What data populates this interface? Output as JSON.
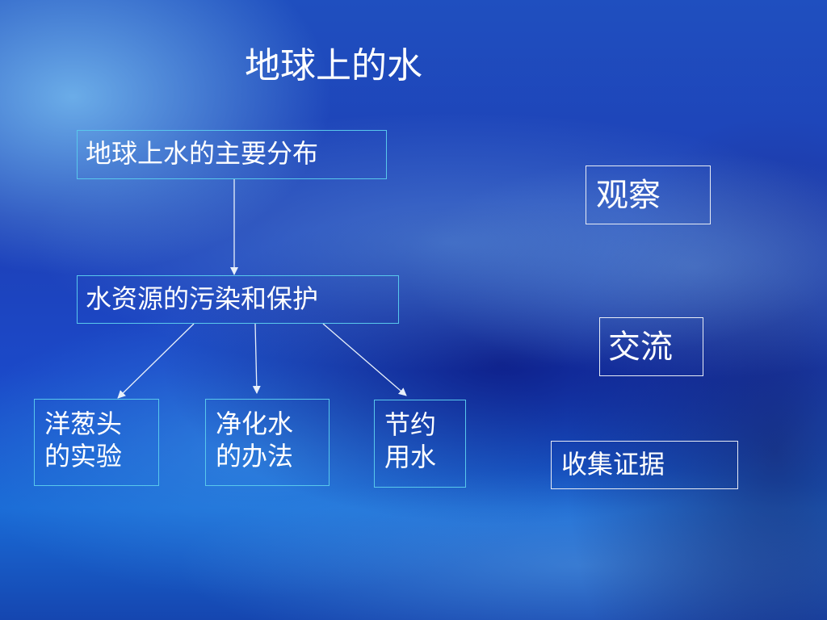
{
  "slide": {
    "title": "地球上的水"
  },
  "diagram": {
    "nodes": {
      "distribution": "地球上水的主要分布",
      "pollution": "水资源的污染和保护",
      "onion": {
        "line1": "洋葱头",
        "line2": "的实验"
      },
      "purify": {
        "line1": "净化水",
        "line2": "的办法"
      },
      "save": {
        "line1": "节约",
        "line2": "用水"
      }
    },
    "edges": [
      {
        "from": "distribution",
        "to": "pollution"
      },
      {
        "from": "pollution",
        "to": "onion"
      },
      {
        "from": "pollution",
        "to": "purify"
      },
      {
        "from": "pollution",
        "to": "save"
      }
    ]
  },
  "side_labels": {
    "observe": "观察",
    "discuss": "交流",
    "evidence": "收集证据"
  },
  "colors": {
    "node_border": "#59c8ec",
    "side_border": "#e8ecf5",
    "text": "#ffffff",
    "arrow": "#e8f0fa"
  }
}
